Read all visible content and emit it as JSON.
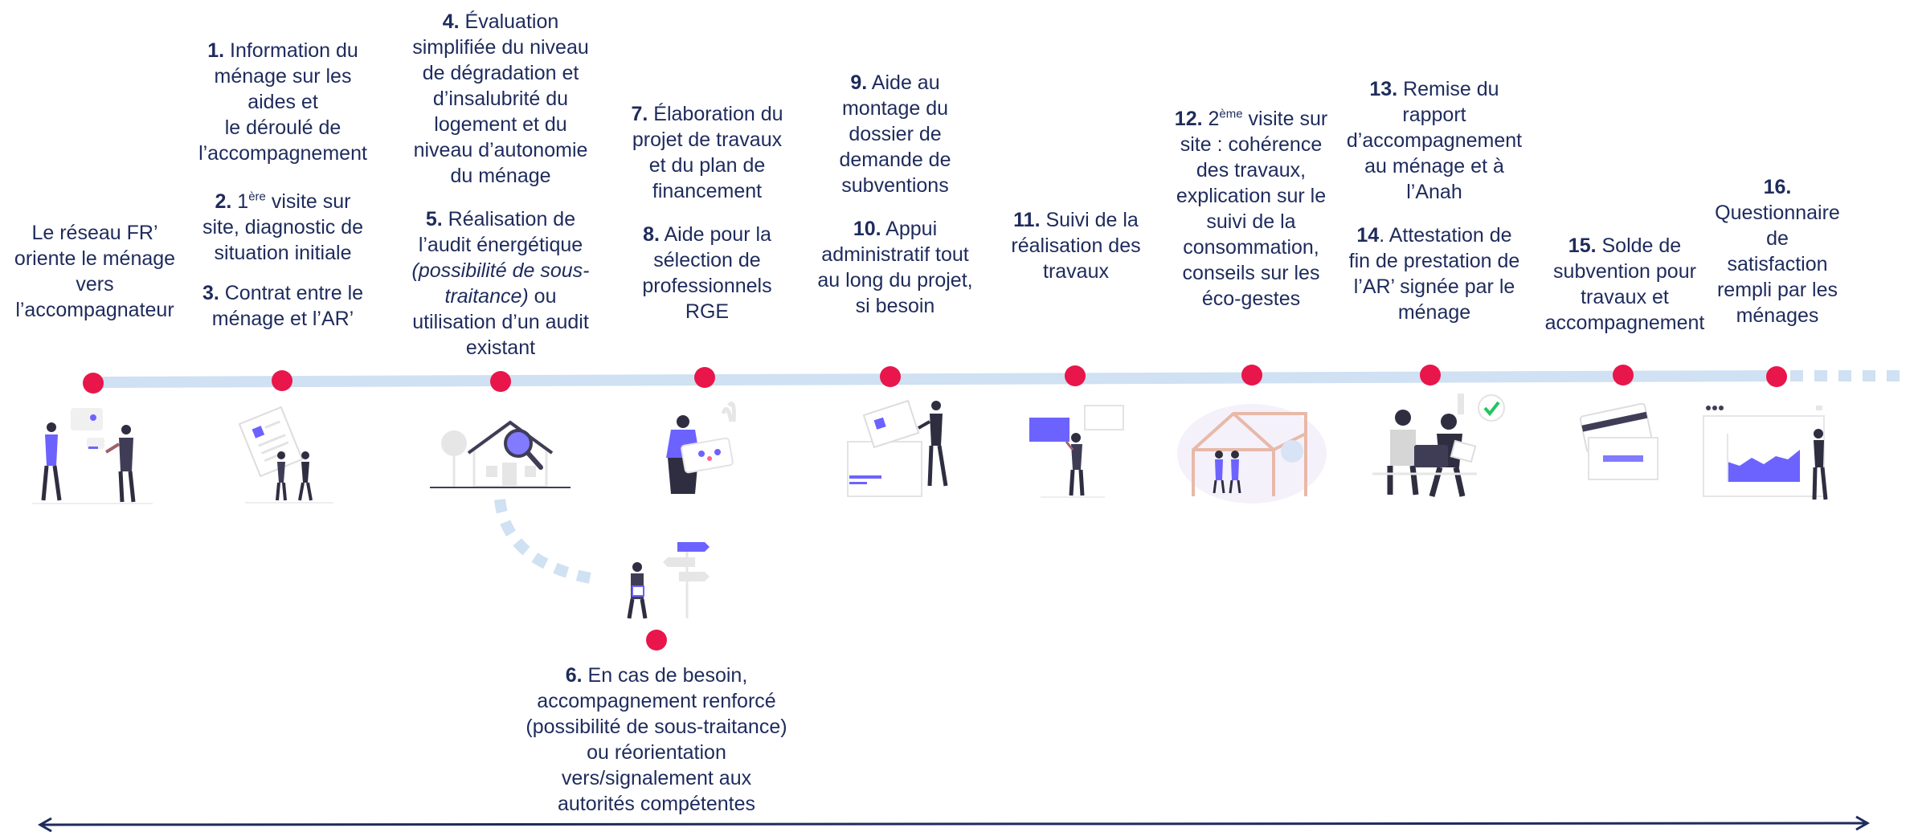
{
  "steps": {
    "start": {
      "l1": "Le réseau FR’",
      "l2": "oriente le ménage",
      "l3": "vers",
      "l4": "l’accompagnateur"
    },
    "s1": {
      "num": "1.",
      "l1a": " Information du",
      "l2": "ménage sur les",
      "l3": "aides et",
      "l4": "le déroulé de",
      "l5": "l’accompagnement"
    },
    "s2": {
      "num": "2.",
      "l1a": " 1",
      "sup": "ère",
      "l1b": " visite sur",
      "l2": "site, diagnostic de",
      "l3": "situation initiale"
    },
    "s3": {
      "num": "3.",
      "l1a": " Contrat entre le",
      "l2": "ménage et l’AR’"
    },
    "s4": {
      "num": "4.",
      "l1a": " Évaluation",
      "l2": "simplifiée du niveau",
      "l3": "de dégradation et",
      "l4": "d’insalubrité du",
      "l5": "logement et du",
      "l6": "niveau d’autonomie",
      "l7": "du ménage"
    },
    "s5": {
      "num": "5.",
      "l1a": " Réalisation de",
      "l2": "l’audit énergétique",
      "l3": "(possibilité de sous-",
      "l4i": "traitance)",
      "l4b": " ou",
      "l5": "utilisation d’un audit",
      "l6": "existant"
    },
    "s6": {
      "num": "6.",
      "l1a": " En cas de besoin,",
      "l2": "accompagnement renforcé",
      "l3": "(possibilité de sous-traitance)",
      "l4": "ou réorientation",
      "l5": "vers/signalement aux",
      "l6": "autorités compétentes"
    },
    "s7": {
      "num": "7.",
      "l1a": " Élaboration du",
      "l2": "projet de travaux",
      "l3": "et du plan de",
      "l4": "financement"
    },
    "s8": {
      "num": "8.",
      "l1a": " Aide pour la",
      "l2": "sélection de",
      "l3": "professionnels",
      "l4": "RGE"
    },
    "s9": {
      "num": "9.",
      "l1a": " Aide au",
      "l2": "montage du",
      "l3": "dossier de",
      "l4": "demande de",
      "l5": "subventions"
    },
    "s10": {
      "num": "10.",
      "l1a": " Appui",
      "l2": "administratif tout",
      "l3": "au long du projet,",
      "l4": "si besoin"
    },
    "s11": {
      "num": "11.",
      "l1a": " Suivi de la",
      "l2": "réalisation des",
      "l3": "travaux"
    },
    "s12": {
      "num": "12.",
      "l1a": " 2",
      "sup": "ème",
      "l1b": " visite sur",
      "l2": "site : cohérence",
      "l3": "des travaux,",
      "l4": "explication sur le",
      "l5": "suivi de la",
      "l6": "consommation,",
      "l7": "conseils sur les",
      "l8": "éco-gestes"
    },
    "s13": {
      "num": "13.",
      "l1a": " Remise du",
      "l2": "rapport",
      "l3": "d’accompagnement",
      "l4": "au ménage et à",
      "l5": "l’Anah"
    },
    "s14": {
      "num": "14",
      "l1a": ". Attestation de",
      "l2": "fin de prestation de",
      "l3": "l’AR’ signée par le",
      "l4": "ménage"
    },
    "s15": {
      "num": "15.",
      "l1a": " Solde de",
      "l2": "subvention pour",
      "l3": "travaux et",
      "l4": "accompagnement"
    },
    "s16": {
      "num": "16.",
      "l2": "Questionnaire",
      "l3": "de",
      "l4": "satisfaction",
      "l5": "rempli par les",
      "l6": "ménages"
    }
  },
  "colors": {
    "text": "#1e2b5c",
    "dot": "#e8164b",
    "track": "#cfe1f2",
    "accent": "#6c63ff",
    "arrow": "#1e2b5c"
  },
  "icons": [
    "people-talking-icon",
    "document-handshake-icon",
    "house-magnifier-icon",
    "person-chart-icon",
    "person-documents-icon",
    "person-screen-icon",
    "house-frame-icon",
    "people-laptop-check-icon",
    "payment-cards-icon",
    "person-dashboard-icon",
    "person-signpost-icon"
  ]
}
